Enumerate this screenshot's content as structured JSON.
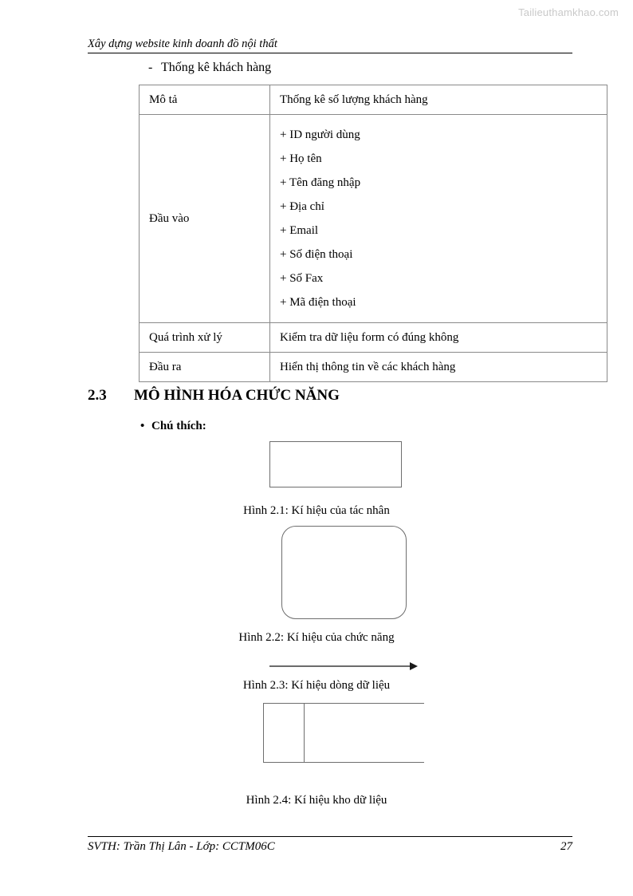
{
  "watermark": "Tailieuthamkhao.com",
  "header": {
    "title": "Xây dựng website kinh doanh đồ nội thất"
  },
  "intro": {
    "dash": "-",
    "label": "Thống kê khách hàng"
  },
  "spec_table": {
    "rows": [
      {
        "label": "Mô tả",
        "value": "Thống kê số lượng khách hàng"
      },
      {
        "label": "Đầu vào",
        "value": ""
      },
      {
        "label": "Quá trình xử lý",
        "value": "Kiểm tra dữ liệu form có đúng không"
      },
      {
        "label": "Đầu ra",
        "value": "Hiển thị thông tin về các khách hàng"
      }
    ],
    "inputs": [
      "+ ID người dùng",
      "+ Họ tên",
      "+ Tên đăng nhập",
      "+ Địa chỉ",
      "+ Email",
      "+ Số điện thoại",
      "+ Số Fax",
      "+ Mã điện thoại"
    ]
  },
  "section": {
    "number": "2.3",
    "title": "MÔ HÌNH HÓA CHỨC NĂNG",
    "note_bullet": "•",
    "note": "Chú thích:"
  },
  "figures": [
    {
      "caption": "Hình 2.1: Kí hiệu của tác nhân",
      "shape": "rectangle"
    },
    {
      "caption": "Hình 2.2: Kí hiệu của chức năng",
      "shape": "rounded-rectangle"
    },
    {
      "caption": "Hình 2.3: Kí hiệu dòng dữ liệu",
      "shape": "arrow"
    },
    {
      "caption": "Hình 2.4: Kí hiệu kho dữ liệu",
      "shape": "data-store"
    }
  ],
  "footer": {
    "text": "SVTH: Trần Thị Lân - Lớp: CCTM06C",
    "page_number": "27"
  }
}
